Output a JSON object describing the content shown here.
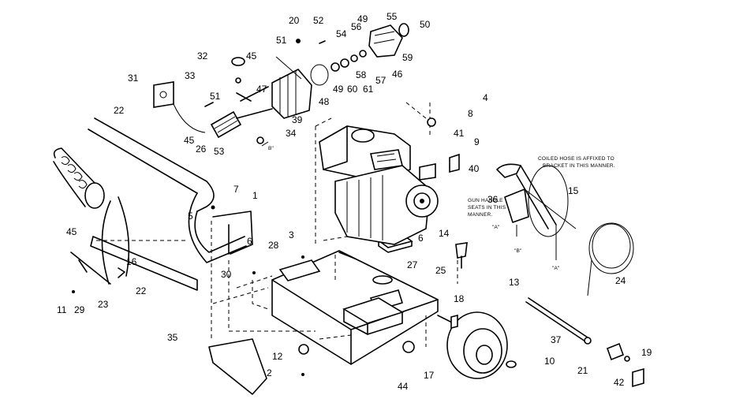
{
  "callouts": [
    "1",
    "2",
    "3",
    "4",
    "5",
    "6",
    "6",
    "7",
    "8",
    "9",
    "10",
    "11",
    "12",
    "13",
    "14",
    "15",
    "16",
    "17",
    "18",
    "19",
    "20",
    "21",
    "22",
    "22",
    "23",
    "24",
    "25",
    "26",
    "27",
    "28",
    "29",
    "30",
    "31",
    "32",
    "33",
    "34",
    "35",
    "36",
    "37",
    "39",
    "40",
    "41",
    "42",
    "44",
    "45",
    "45",
    "45",
    "46",
    "47",
    "48",
    "49",
    "49",
    "50",
    "51",
    "51",
    "52",
    "53",
    "54",
    "55",
    "56",
    "57",
    "58",
    "59",
    "60",
    "61"
  ],
  "notes": {
    "coiled_hose_line1": "COILED HOSE IS AFFIXED TO",
    "coiled_hose_line2": "BRACKET IN THIS MANNER.",
    "gun_handle_line1": "GUN HANDLE",
    "gun_handle_line2": "SEATS IN THIS",
    "gun_handle_line3": "MANNER."
  },
  "ref_letters": {
    "b_hose": "\"B\"",
    "a_hose": "\"A\"",
    "b_pump": "B\"",
    "a_left": "\"A\""
  }
}
